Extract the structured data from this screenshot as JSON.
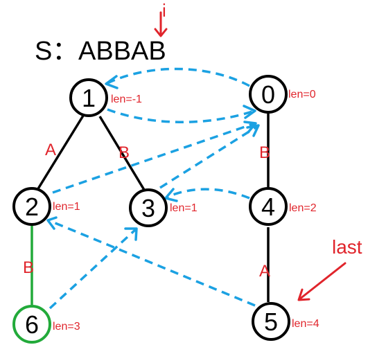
{
  "title": {
    "prefix": "S：",
    "string": "ABBAB"
  },
  "markers": {
    "i_label": "i",
    "last_label": "last"
  },
  "nodes": [
    {
      "id": "0",
      "len_label": "len=0"
    },
    {
      "id": "1",
      "len_label": "len=-1"
    },
    {
      "id": "2",
      "len_label": "len=1"
    },
    {
      "id": "3",
      "len_label": "len=1"
    },
    {
      "id": "4",
      "len_label": "len=2"
    },
    {
      "id": "5",
      "len_label": "len=4"
    },
    {
      "id": "6",
      "len_label": "len=3"
    }
  ],
  "edges": [
    {
      "from": "1",
      "to": "2",
      "label": "A"
    },
    {
      "from": "1",
      "to": "3",
      "label": "B"
    },
    {
      "from": "0",
      "to": "4",
      "label": "B"
    },
    {
      "from": "4",
      "to": "5",
      "label": "A"
    },
    {
      "from": "2",
      "to": "6",
      "label": "B"
    }
  ],
  "fail_links": [
    {
      "from": "0",
      "to": "1"
    },
    {
      "from": "1",
      "to": "0"
    },
    {
      "from": "2",
      "to": "0"
    },
    {
      "from": "3",
      "to": "0"
    },
    {
      "from": "4",
      "to": "3"
    },
    {
      "from": "5",
      "to": "2"
    },
    {
      "from": "6",
      "to": "3"
    }
  ],
  "colors": {
    "tree_edge": "#000000",
    "new_edge": "#22aa3a",
    "fail_link": "#1ba1e2",
    "annotation": "#e0242b"
  }
}
